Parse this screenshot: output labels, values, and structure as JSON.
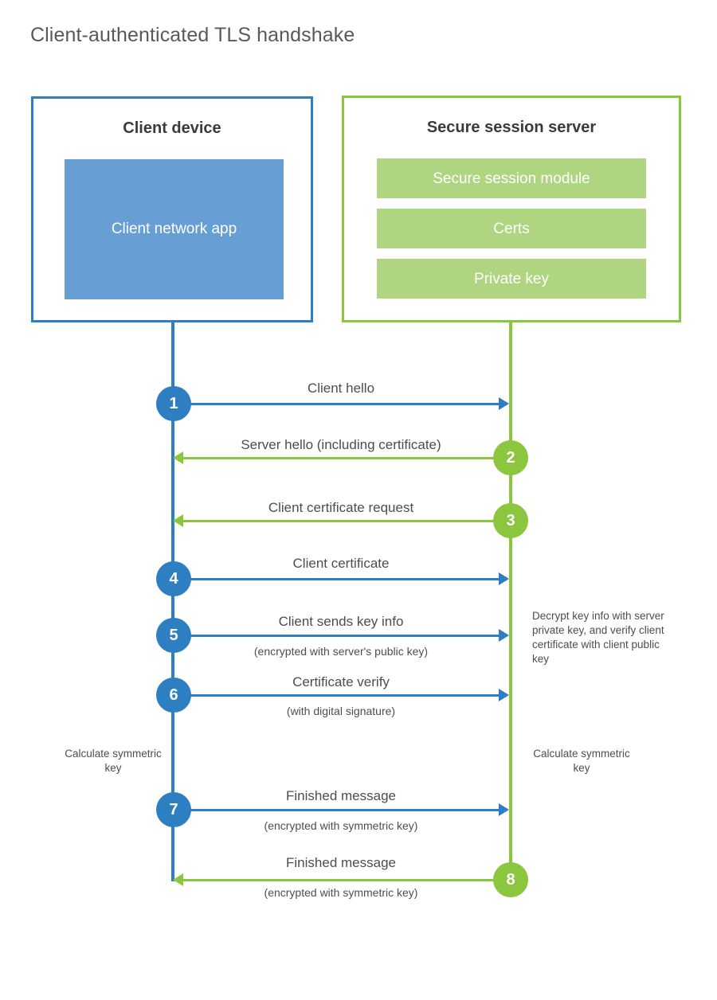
{
  "title": "Client-authenticated TLS handshake",
  "colors": {
    "client_blue": "#2e7fc1",
    "client_app_fill": "#679fd5",
    "server_green": "#8cc63e",
    "server_bar_fill": "#afd580",
    "text_gray": "#4d4d4f",
    "title_gray": "#58595b"
  },
  "client": {
    "title": "Client device",
    "app_label": "Client network app"
  },
  "server": {
    "title": "Secure session server",
    "components": [
      {
        "label": "Secure session module"
      },
      {
        "label": "Certs"
      },
      {
        "label": "Private key"
      }
    ]
  },
  "steps": [
    {
      "number": "1",
      "label": "Client hello",
      "sublabel": "",
      "direction": "client-to-server",
      "actor": "client"
    },
    {
      "number": "2",
      "label": "Server hello (including certificate)",
      "sublabel": "",
      "direction": "server-to-client",
      "actor": "server"
    },
    {
      "number": "3",
      "label": "Client certificate request",
      "sublabel": "",
      "direction": "server-to-client",
      "actor": "server"
    },
    {
      "number": "4",
      "label": "Client certificate",
      "sublabel": "",
      "direction": "client-to-server",
      "actor": "client"
    },
    {
      "number": "5",
      "label": "Client sends key info",
      "sublabel": "(encrypted with server's public key)",
      "direction": "client-to-server",
      "actor": "client"
    },
    {
      "number": "6",
      "label": "Certificate verify",
      "sublabel": "(with digital signature)",
      "direction": "client-to-server",
      "actor": "client"
    },
    {
      "number": "7",
      "label": "Finished message",
      "sublabel": "(encrypted with symmetric key)",
      "direction": "client-to-server",
      "actor": "client"
    },
    {
      "number": "8",
      "label": "Finished message",
      "sublabel": "(encrypted with symmetric key)",
      "direction": "server-to-client",
      "actor": "server"
    }
  ],
  "notes": {
    "server_decrypt": "Decrypt key info with server private key, and verify client certificate with client public key",
    "client_calculate": "Calculate symmetric key",
    "server_calculate": "Calculate symmetric key"
  }
}
